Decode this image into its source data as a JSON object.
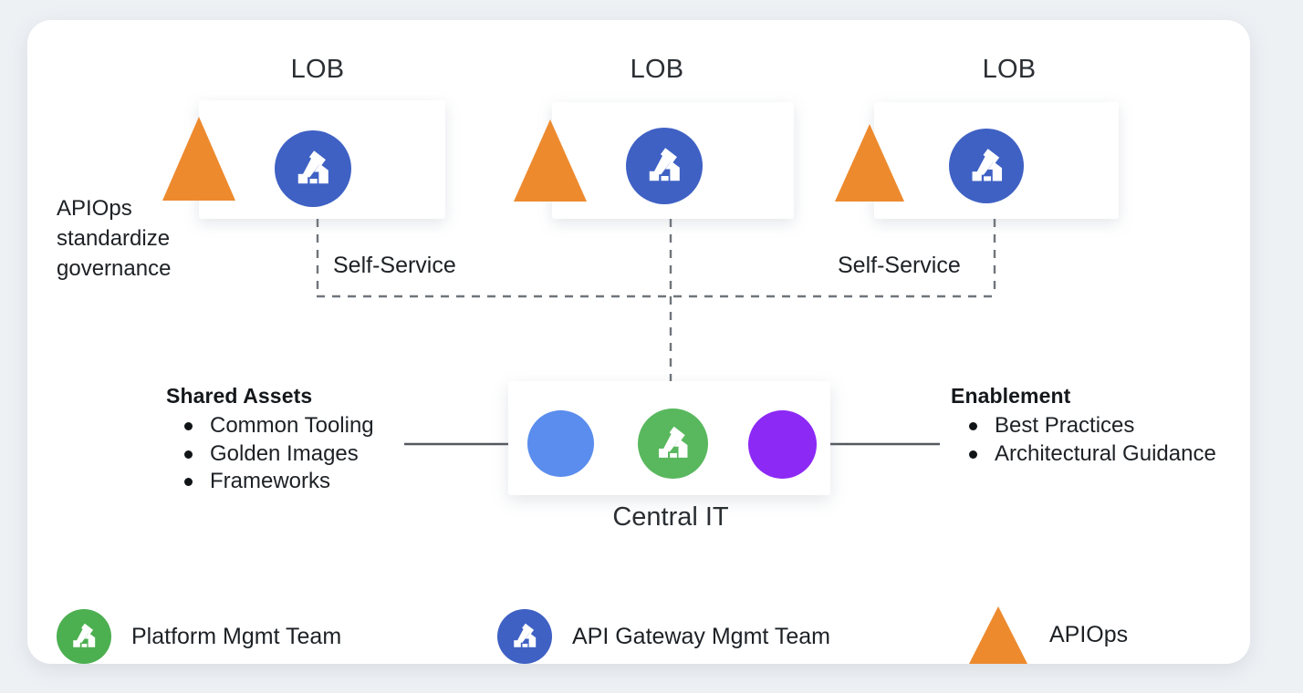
{
  "canvas": {
    "background_color": "#eef1f4",
    "card_color": "#ffffff"
  },
  "palette": {
    "gateway_blue": "#3f61c4",
    "platform_green": "#4caf50",
    "apiops_orange": "#ed8a2e",
    "circle_blue": "#5a8ded",
    "circle_green": "#59b85e",
    "circle_purple": "#8c29f5",
    "connector_gray": "#55595e",
    "dashed_gray": "#6f757b",
    "text_dark": "#1d2125"
  },
  "lobs": [
    {
      "label": "LOB",
      "icon": "api-gateway-icon",
      "apiops_icon": "apiops-triangle-icon"
    },
    {
      "label": "LOB",
      "icon": "api-gateway-icon",
      "apiops_icon": "apiops-triangle-icon"
    },
    {
      "label": "LOB",
      "icon": "api-gateway-icon",
      "apiops_icon": "apiops-triangle-icon"
    }
  ],
  "self_service": {
    "left_label": "Self-Service",
    "right_label": "Self-Service"
  },
  "apiops_note": "APIOps\nstandardize\ngovernance",
  "shared_assets": {
    "title": "Shared Assets",
    "items": [
      "Common Tooling",
      "Golden Images",
      "Frameworks"
    ]
  },
  "enablement": {
    "title": "Enablement",
    "items": [
      "Best Practices",
      "Architectural Guidance"
    ]
  },
  "central_it": {
    "label": "Central IT",
    "nodes": [
      {
        "name": "blue-circle",
        "color": "#5a8ded",
        "type": "plain"
      },
      {
        "name": "platform-mgmt-icon",
        "color": "#59b85e",
        "type": "glyph"
      },
      {
        "name": "purple-circle",
        "color": "#8c29f5",
        "type": "plain"
      }
    ]
  },
  "legend": [
    {
      "icon": "platform-mgmt-icon",
      "color": "#4caf50",
      "label": "Platform Mgmt Team"
    },
    {
      "icon": "api-gateway-icon",
      "color": "#3f61c4",
      "label": "API Gateway Mgmt Team"
    },
    {
      "icon": "apiops-triangle-icon",
      "color": "#ed8a2e",
      "label": "APIOps"
    }
  ]
}
